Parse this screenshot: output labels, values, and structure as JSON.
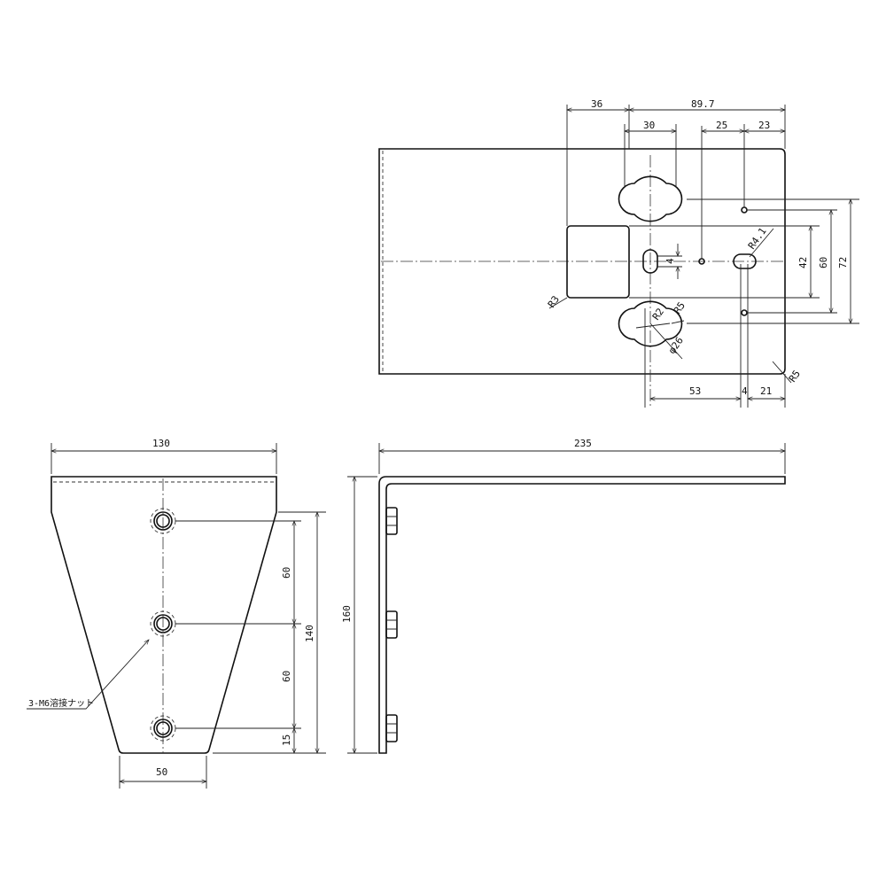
{
  "top_view": {
    "dims": {
      "d36": "36",
      "d89_7": "89.7",
      "d30": "30",
      "d25": "25",
      "d23": "23",
      "d4_slot": "4",
      "d42": "42",
      "d60": "60",
      "d72": "72",
      "d53": "53",
      "d4": "4",
      "d21": "21"
    },
    "radii": {
      "r3": "R3",
      "r2": "R2",
      "r5_lobe": "R5",
      "phi26": "φ26",
      "r4_1": "R4.1",
      "r5_corner": "R5"
    }
  },
  "front_view": {
    "dims": {
      "d130": "130",
      "d50": "50",
      "d60a": "60",
      "d60b": "60",
      "d15": "15",
      "d140": "140"
    },
    "callout": "3-M6溶接ナット"
  },
  "side_view": {
    "dims": {
      "d235": "235",
      "d160": "160"
    }
  }
}
